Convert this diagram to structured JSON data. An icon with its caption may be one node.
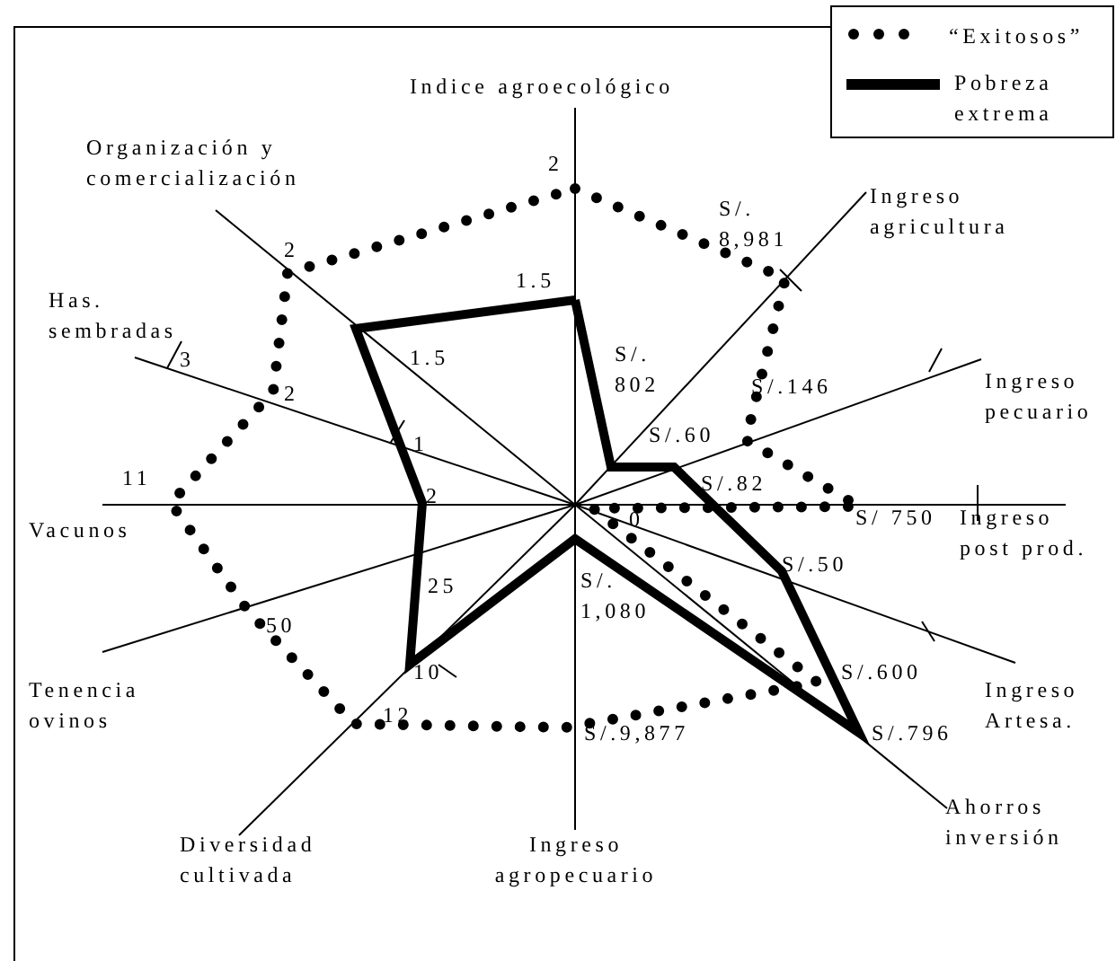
{
  "diagram": {
    "labels": [
      "Indice agroecológico",
      "Organización y comercialización",
      "2",
      "2",
      "S/. 8,981",
      "Ingreso agricultura",
      "Has. sembradas",
      "1.5",
      "3",
      "1.5",
      "2",
      "S/. 802",
      "S/.146",
      "Ingreso pecuario",
      "1",
      "S/.60",
      "11",
      "2",
      "S/.82",
      "S/ 750",
      "Ingreso post prod.",
      "Vacunos",
      "0",
      "S/.50",
      "25",
      "S/. 1,080",
      "50",
      "10",
      "Tenencia ovinos",
      "12",
      "S/.600",
      "Ingreso Artesa.",
      "S/.9,877",
      "S/.796",
      "Ahorros inversión",
      "Diversidad cultivada",
      "Ingreso agropecuario"
    ],
    "legend": [
      {
        "text": "“Exitosos”"
      },
      {
        "text": "Pobreza extrema"
      }
    ]
  }
}
